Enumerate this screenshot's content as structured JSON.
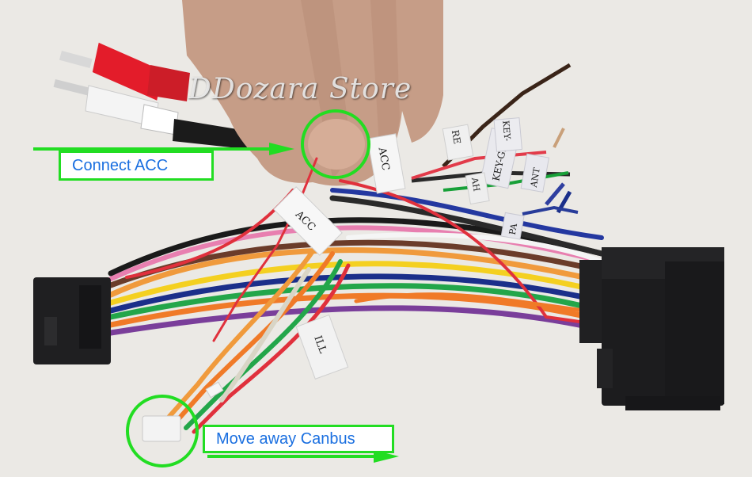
{
  "watermark": "DDozara Store",
  "callouts": {
    "connect_acc": "Connect ACC",
    "move_away_canbus": "Move away Canbus"
  },
  "wire_tags": {
    "acc_top": "ACC",
    "acc_middle": "ACC",
    "ill": "ILL",
    "key_gnd": "KEY-GND",
    "key": "KEY-",
    "re": "RE",
    "ant": "ANT",
    "pa": "PA",
    "ah": "AH"
  },
  "colors": {
    "highlight_green": "#22dd22",
    "callout_text": "#1a6fe0",
    "connector_black": "#1c1c1e"
  }
}
